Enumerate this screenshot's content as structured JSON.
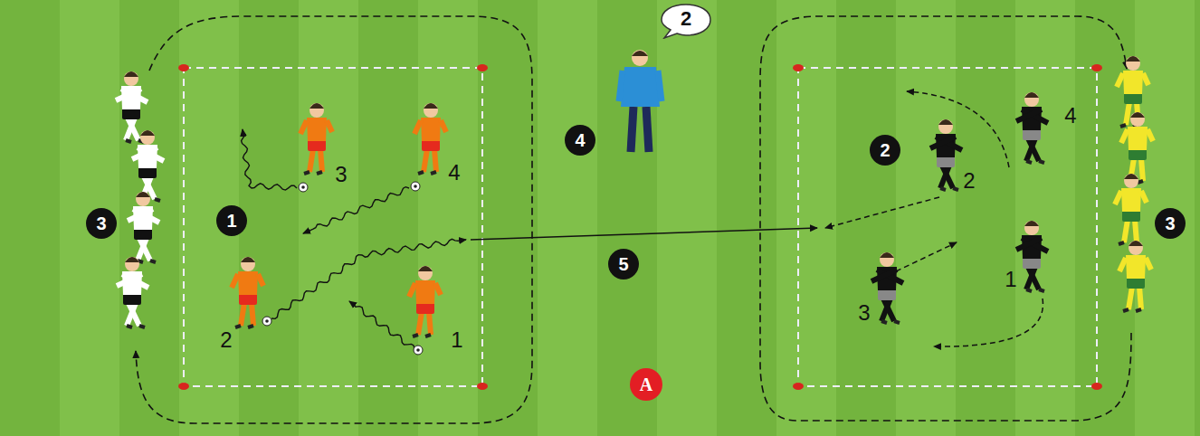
{
  "diagram": {
    "nodes": [
      {
        "text": [
          "3"
        ]
      },
      {
        "text": [
          "1"
        ]
      },
      {
        "text": [
          "4"
        ]
      },
      {
        "text": [
          "2"
        ]
      },
      {
        "text": [
          "5"
        ]
      },
      {
        "text": [
          "A"
        ]
      },
      {
        "text": [
          "2"
        ]
      },
      {
        "text": [
          "3"
        ]
      }
    ],
    "labels": [
      "3",
      "4",
      "2",
      "1",
      "2",
      "4",
      "1",
      "3"
    ]
  }
}
